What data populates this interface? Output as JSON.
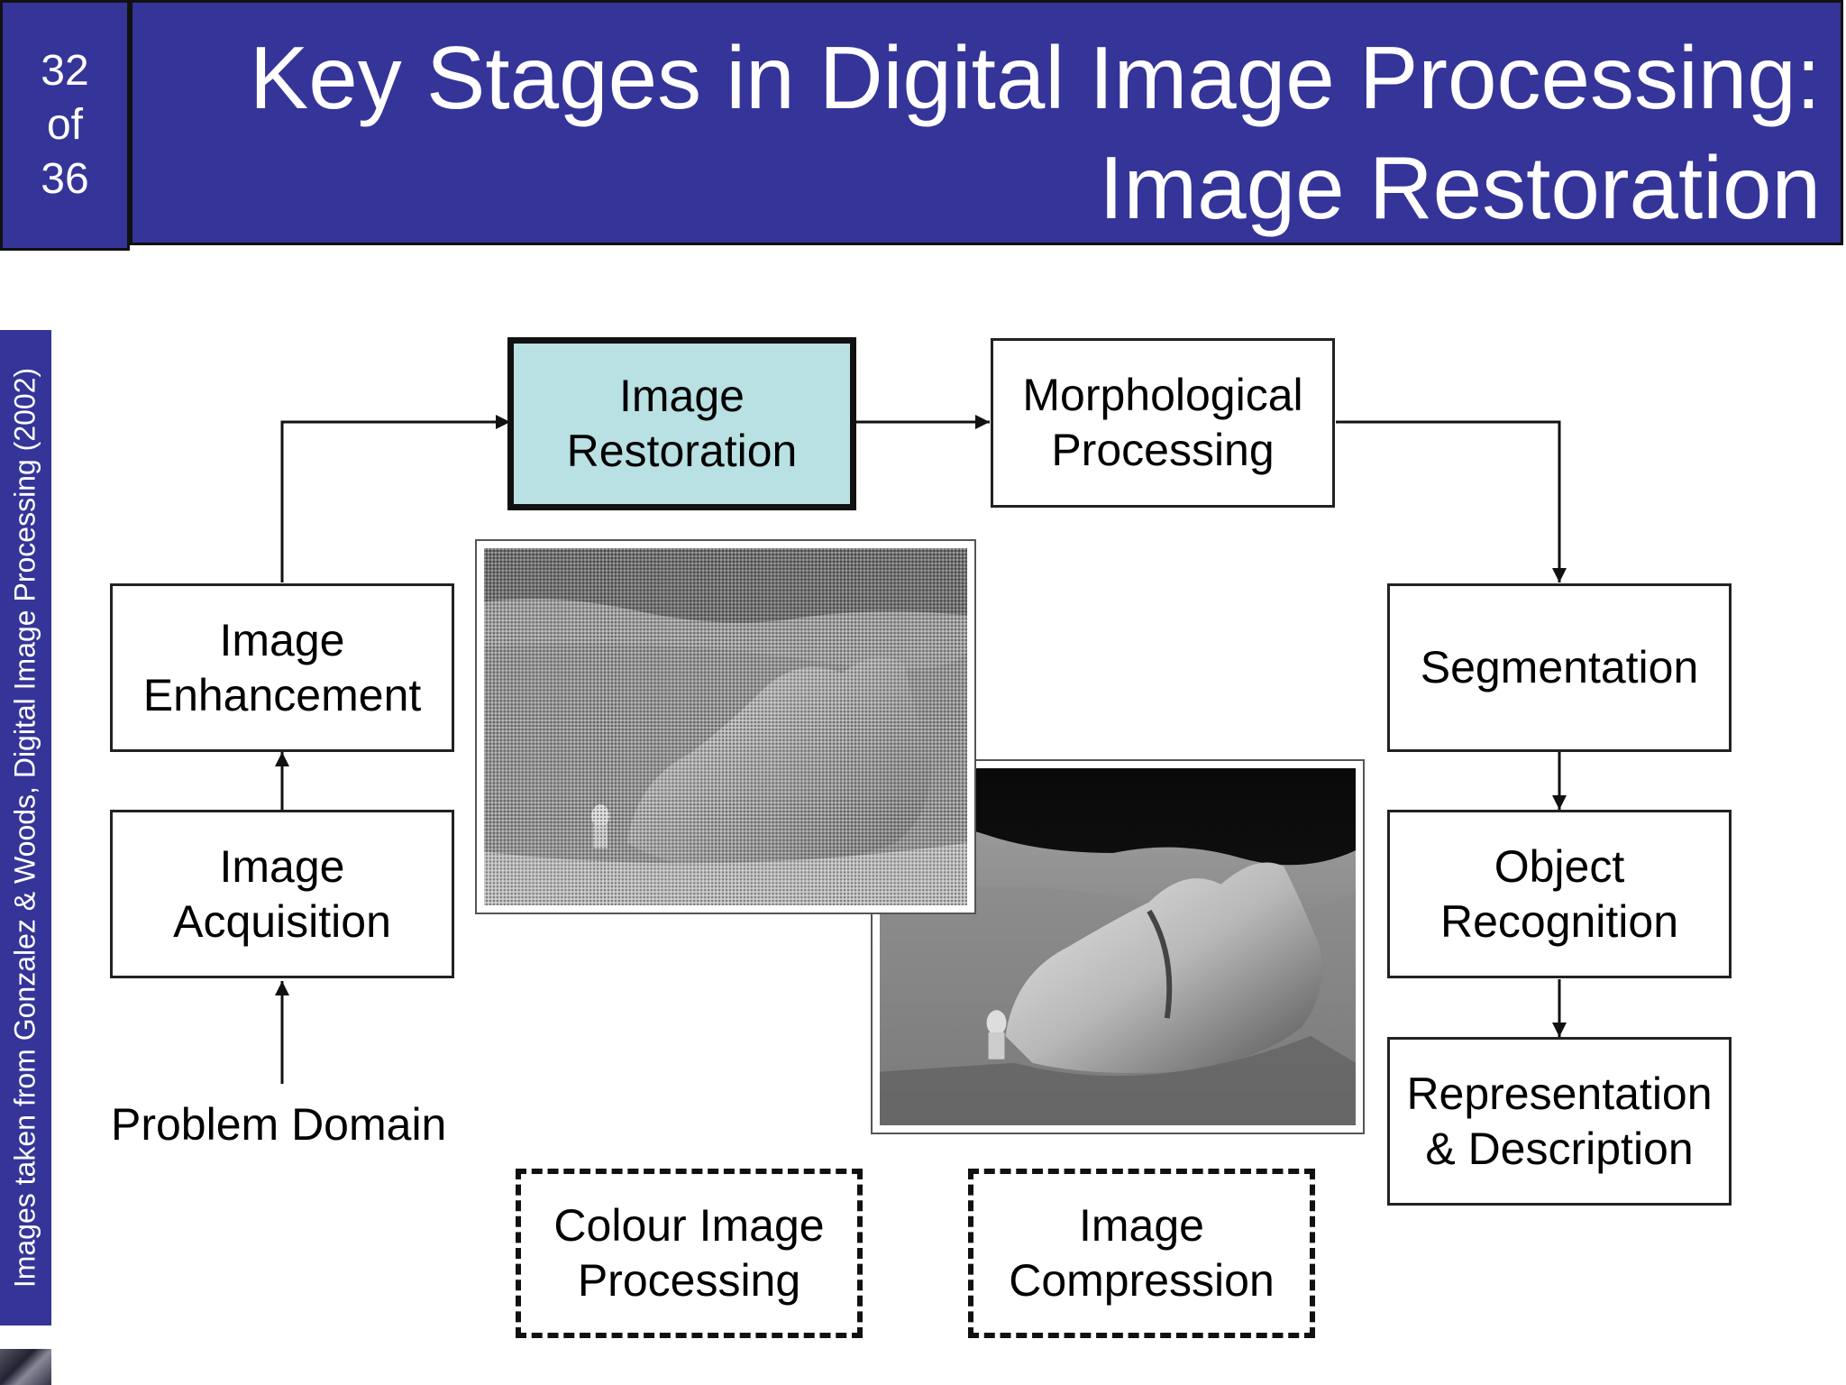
{
  "slide": {
    "number": "32",
    "of": "of",
    "total": "36",
    "title_line1": "Key Stages in Digital Image Processing:",
    "title_line2": "Image Restoration"
  },
  "credit": "Images taken from Gonzalez & Woods, Digital Image Processing (2002)",
  "stages": {
    "restoration": [
      "Image",
      "Restoration"
    ],
    "morphological": [
      "Morphological",
      "Processing"
    ],
    "enhancement": [
      "Image",
      "Enhancement"
    ],
    "acquisition": [
      "Image",
      "Acquisition"
    ],
    "segmentation": [
      "Segmentation"
    ],
    "recognition": [
      "Object",
      "Recognition"
    ],
    "representation": [
      "Representation",
      "& Description"
    ],
    "colour": [
      "Colour Image",
      "Processing"
    ],
    "compression": [
      "Image",
      "Compression"
    ],
    "problem_domain": "Problem Domain"
  },
  "colors": {
    "header_bg": "#343499",
    "highlight": "#b9e1e3"
  }
}
